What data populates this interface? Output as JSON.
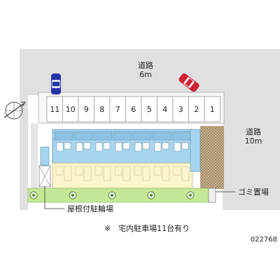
{
  "roads": {
    "top_road": {
      "name": "道路",
      "width": "6m"
    },
    "right_road": {
      "name": "道路",
      "width": "10m"
    }
  },
  "parking": {
    "stalls": [
      "11",
      "10",
      "9",
      "8",
      "7",
      "6",
      "5",
      "4",
      "3",
      "2",
      "1"
    ]
  },
  "labels": {
    "garbage": "ゴミ置場",
    "bike_parking": "屋根付駐輪場"
  },
  "note": "※　宅内駐車場11台有り",
  "property_id": "022768",
  "colors": {
    "road": "#e0e0e0",
    "building_blue": "#a8d4ee",
    "building_beige": "#fbf4cc",
    "green_strip": "#c4e896",
    "hatch": "#b9a07c",
    "blue_car": "#2233aa",
    "red_car": "#cc2233"
  }
}
